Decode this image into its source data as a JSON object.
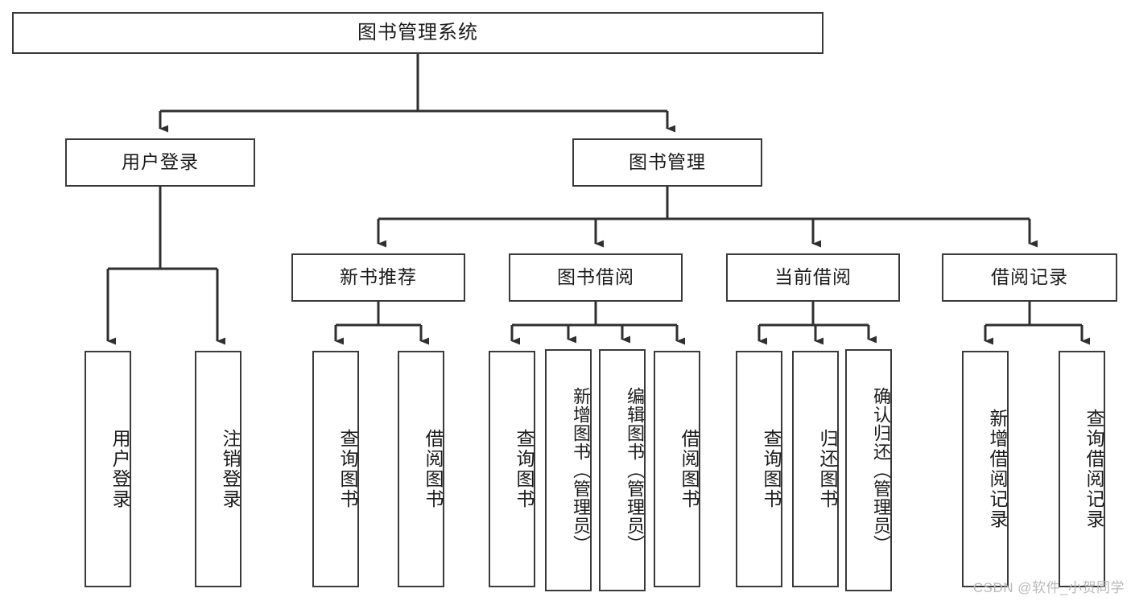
{
  "diagram": {
    "title": "图书管理系统",
    "type": "hierarchy-tree",
    "root": {
      "label": "图书管理系统"
    },
    "level2": [
      {
        "label": "用户登录"
      },
      {
        "label": "图书管理"
      }
    ],
    "level3": [
      {
        "label": "新书推荐"
      },
      {
        "label": "图书借阅"
      },
      {
        "label": "当前借阅"
      },
      {
        "label": "借阅记录"
      }
    ],
    "leaves": {
      "user_login": [
        {
          "label": "用户登录"
        },
        {
          "label": "注销登录"
        }
      ],
      "new_book_recommend": [
        {
          "label": "查询图书"
        },
        {
          "label": "借阅图书"
        }
      ],
      "book_borrow": [
        {
          "label": "查询图书"
        },
        {
          "label": "新增图书（管理员）"
        },
        {
          "label": "编辑图书（管理员）"
        },
        {
          "label": "借阅图书"
        }
      ],
      "current_borrow": [
        {
          "label": "查询图书"
        },
        {
          "label": "归还图书"
        },
        {
          "label": "确认归还（管理员）"
        }
      ],
      "borrow_records": [
        {
          "label": "新增借阅记录"
        },
        {
          "label": "查询借阅记录"
        }
      ]
    }
  },
  "watermark": {
    "text": "CSDN @软件_小贺同学"
  },
  "colors": {
    "border": "#3a3a3a",
    "background": "#ffffff",
    "text": "#1b1b1b",
    "edge": "#2f2f2f",
    "watermark": "#b9b9b9"
  }
}
